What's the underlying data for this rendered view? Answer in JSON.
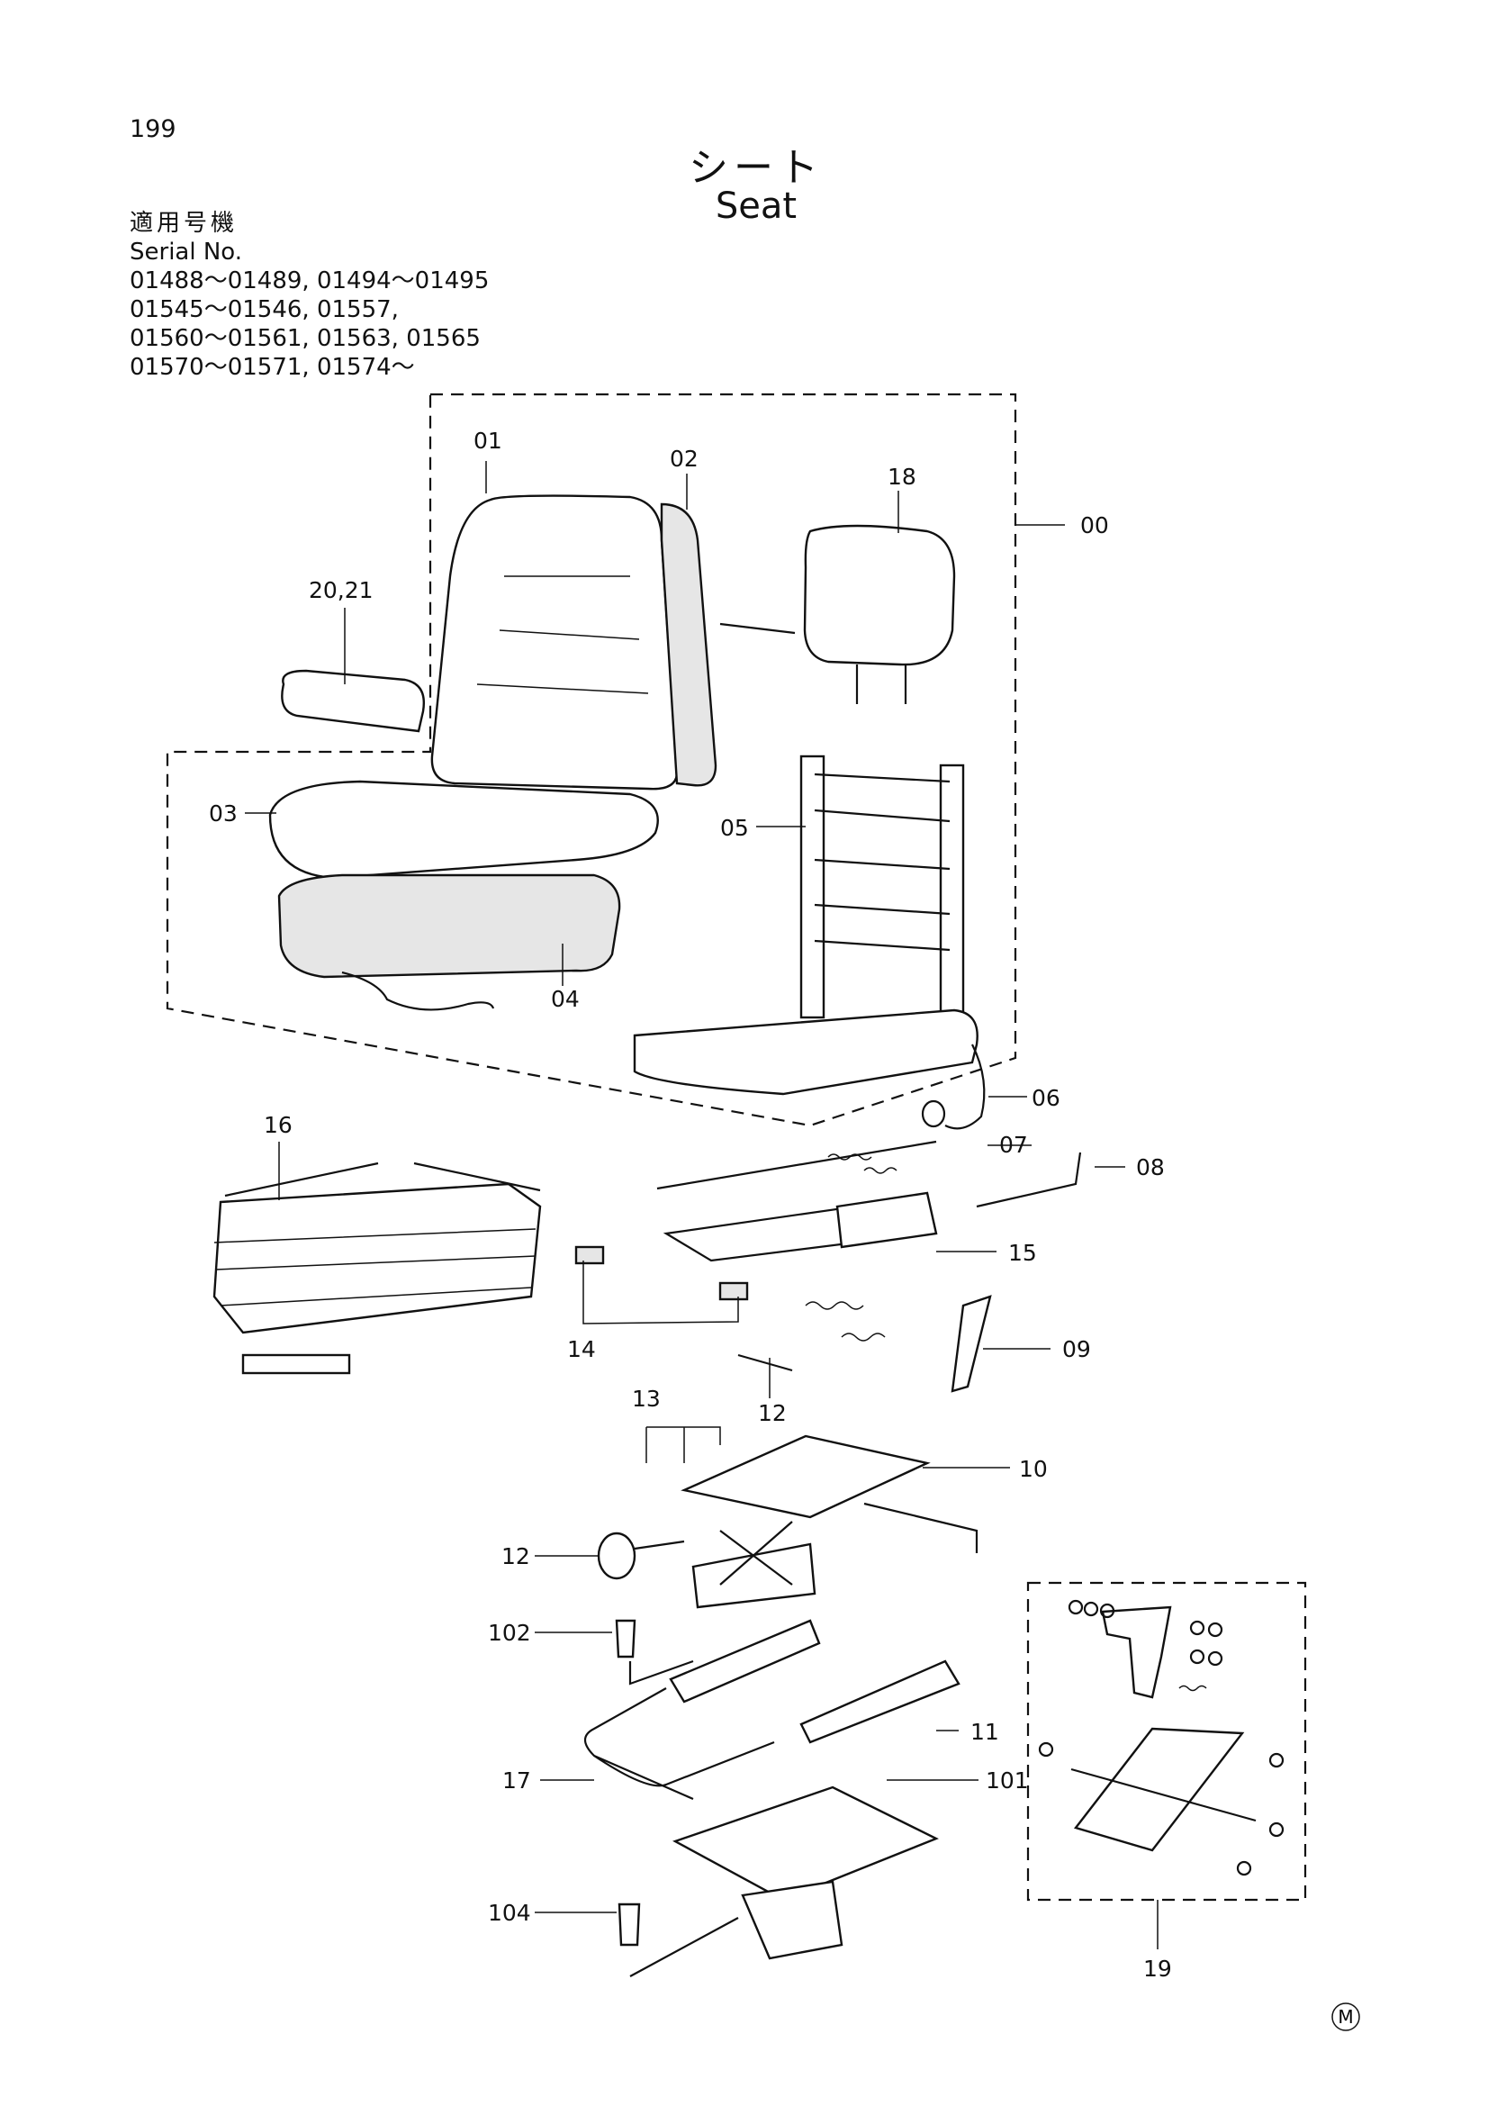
{
  "page_number": "199",
  "title_jp": "シート",
  "title_en": "Seat",
  "serial": {
    "label_jp": "適用号機",
    "label_en": "Serial No.",
    "lines": [
      "01488～01489, 01494～01495",
      "01545～01546, 01557,",
      "01560～01561, 01563, 01565",
      "01570～01571, 01574～"
    ]
  },
  "callouts": {
    "c00": "00",
    "c01": "01",
    "c02": "02",
    "c03": "03",
    "c04": "04",
    "c05": "05",
    "c06": "06",
    "c07": "07",
    "c08": "08",
    "c09": "09",
    "c10": "10",
    "c11": "11",
    "c12a": "12",
    "c12b": "12",
    "c13": "13",
    "c14": "14",
    "c15": "15",
    "c16": "16",
    "c17": "17",
    "c18": "18",
    "c19": "19",
    "c2021": "20,21",
    "c101": "101",
    "c102": "102",
    "c104": "104"
  },
  "mark": "M"
}
